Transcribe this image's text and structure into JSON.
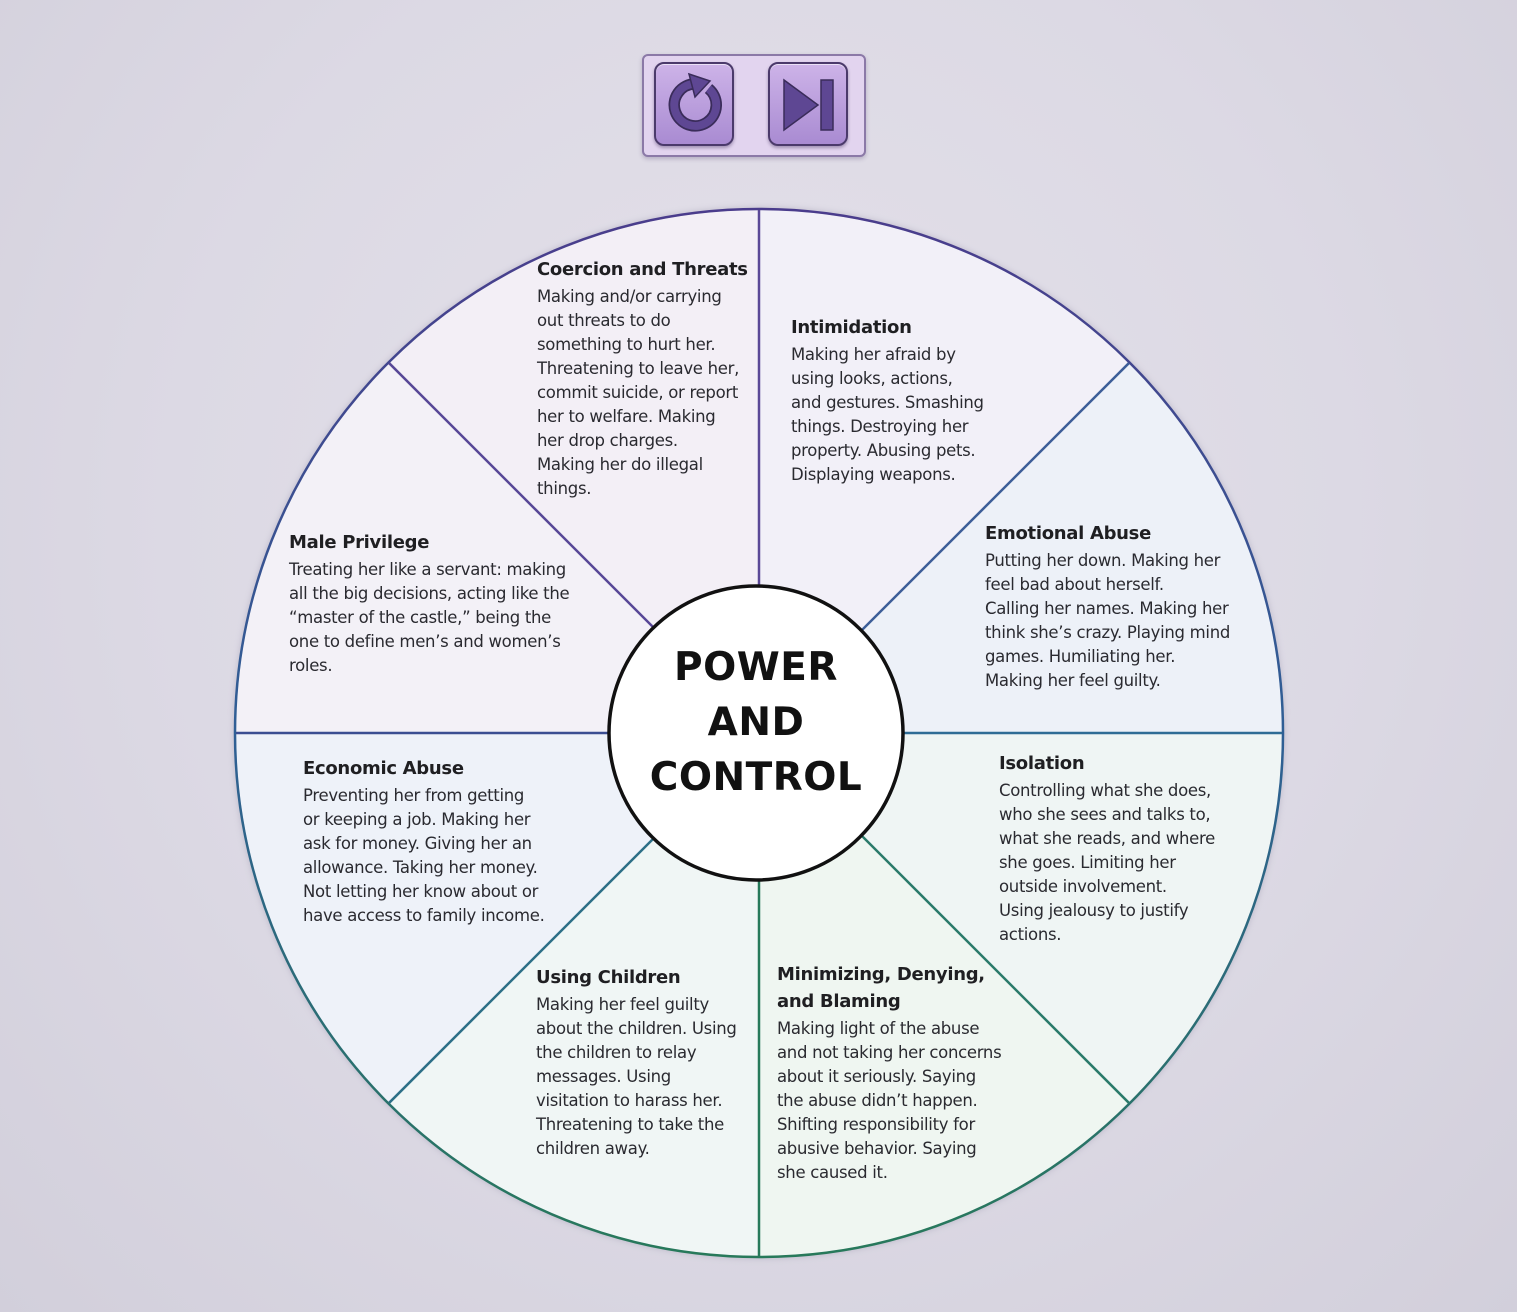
{
  "toolbar": {
    "restart_icon": "restart-icon",
    "next_icon": "skip-next-icon"
  },
  "wheel": {
    "center": "POWER\nAND\nCONTROL",
    "segments": [
      {
        "title": "Coercion and Threats",
        "body": "Making and/or carrying\nout threats to do\nsomething to hurt her.\nThreatening to leave her,\ncommit suicide, or report\nher to welfare. Making\nher drop charges.\nMaking her do illegal\nthings."
      },
      {
        "title": "Intimidation",
        "body": "Making her afraid by\nusing looks, actions,\nand gestures. Smashing\nthings. Destroying her\nproperty. Abusing pets.\nDisplaying weapons."
      },
      {
        "title": "Emotional Abuse",
        "body": "Putting her down. Making her\nfeel bad about herself.\nCalling her names. Making her\nthink she’s crazy. Playing mind\ngames. Humiliating her.\nMaking her feel guilty."
      },
      {
        "title": "Isolation",
        "body": "Controlling what she does,\nwho she sees and talks to,\nwhat she reads, and where\nshe goes. Limiting her\noutside involvement.\nUsing jealousy to justify\nactions."
      },
      {
        "title": "Minimizing, Denying,\nand Blaming",
        "body": "Making light of the abuse\nand not taking her concerns\nabout it seriously. Saying\nthe abuse didn’t happen.\nShifting responsibility for\nabusive behavior. Saying\nshe caused it."
      },
      {
        "title": "Using Children",
        "body": "Making her feel guilty\nabout the children. Using\nthe children to relay\nmessages. Using\nvisitation to harass her.\nThreatening to take the\nchildren away."
      },
      {
        "title": "Economic Abuse",
        "body": "Preventing her from getting\nor keeping a job. Making her\nask for money. Giving her an\nallowance. Taking her money.\nNot letting her know about or\nhave access to family income."
      },
      {
        "title": "Male Privilege",
        "body": "Treating her like a servant: making\nall the big decisions, acting like the\n“master of the castle,” being the\none to define men’s and women’s\nroles."
      }
    ]
  },
  "colors": {
    "purple_edge": "#4a3c8c",
    "blue_edge": "#2f5f95",
    "green_edge": "#27795a",
    "toolbar_bg": "#e2d4ef",
    "button_icon": "#5e4793"
  }
}
